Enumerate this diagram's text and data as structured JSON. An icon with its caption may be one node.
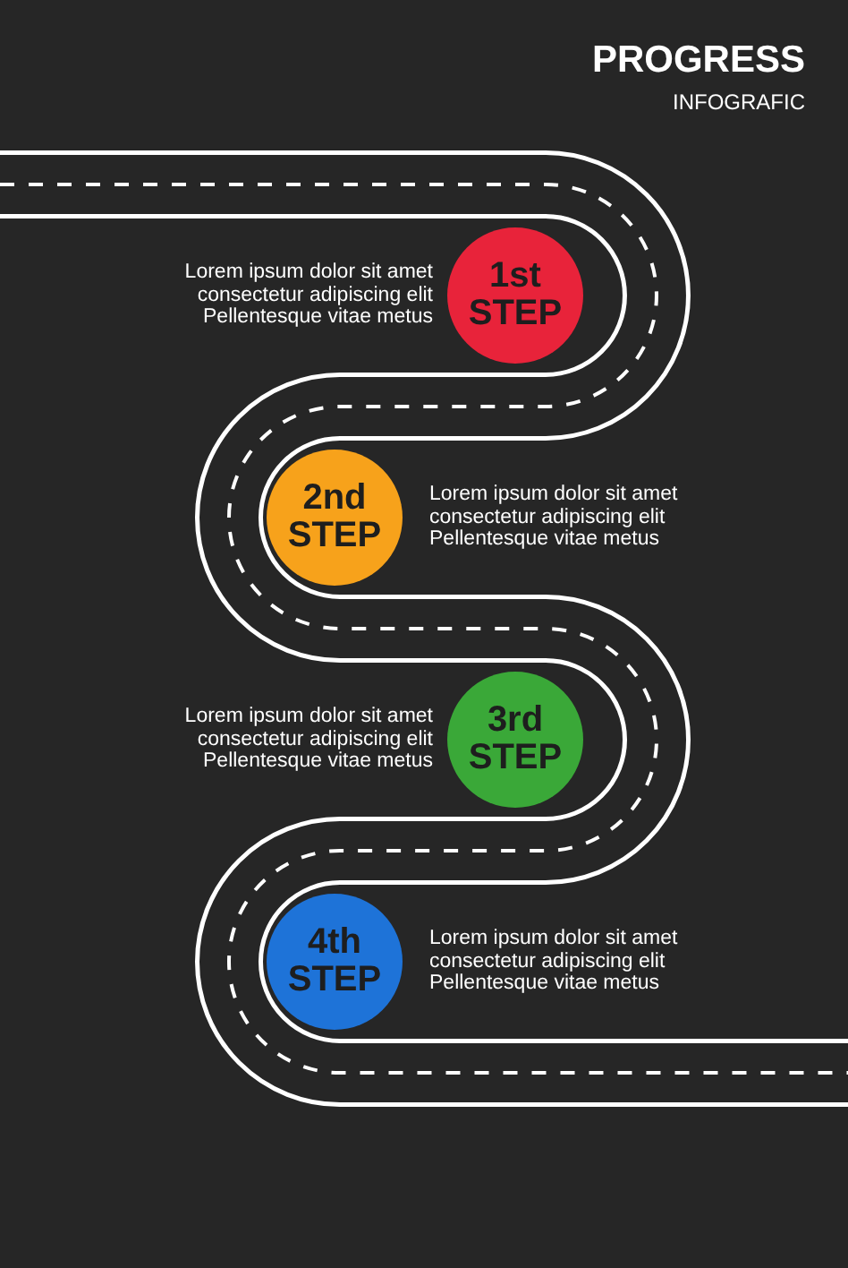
{
  "diagram": {
    "title": "PROGRESS",
    "nodes": [
      {
        "text": [
          "1st STEP"
        ],
        "beside": [
          "Lorem ipsum dolor sit amet consectetur adipiscing elit Pellentesque vitae metus"
        ]
      },
      {
        "text": [
          "2nd STEP"
        ],
        "beside": [
          "Lorem ipsum dolor sit amet consectetur adipiscing elit Pellentesque vitae metus"
        ]
      },
      {
        "text": [
          "3rd STEP"
        ],
        "beside": [
          "Lorem ipsum dolor sit amet consectetur adipiscing elit Pellentesque vitae metus"
        ]
      },
      {
        "text": [
          "4th STEP"
        ],
        "beside": [
          "Lorem ipsum dolor sit amet consectetur adipiscing elit Pellentesque vitae metus"
        ]
      }
    ],
    "labels": [
      "INFOGRAFIC"
    ]
  }
}
